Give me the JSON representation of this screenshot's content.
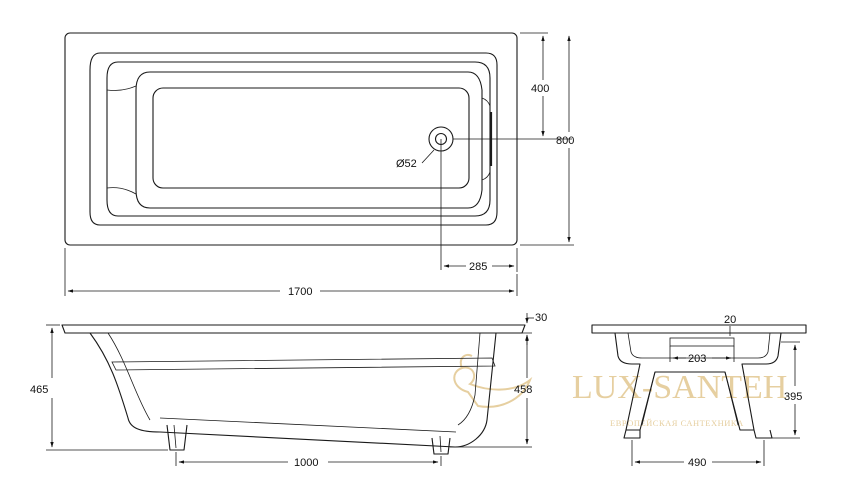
{
  "dimensions": {
    "top_length": "1700",
    "top_width": "800",
    "top_half_width": "400",
    "drain_offset": "285",
    "drain_diameter": "Ø52",
    "side_height": "465",
    "inner_depth": "458",
    "rim_thickness": "30",
    "leg_spacing": "1000",
    "end_rim": "20",
    "overflow_width": "203",
    "end_height": "395",
    "end_leg_spacing": "490"
  },
  "watermark": {
    "brand": "LUX-SANTEH",
    "tagline": "ЕВРОПЕЙСКАЯ САНТЕХНИКА"
  }
}
